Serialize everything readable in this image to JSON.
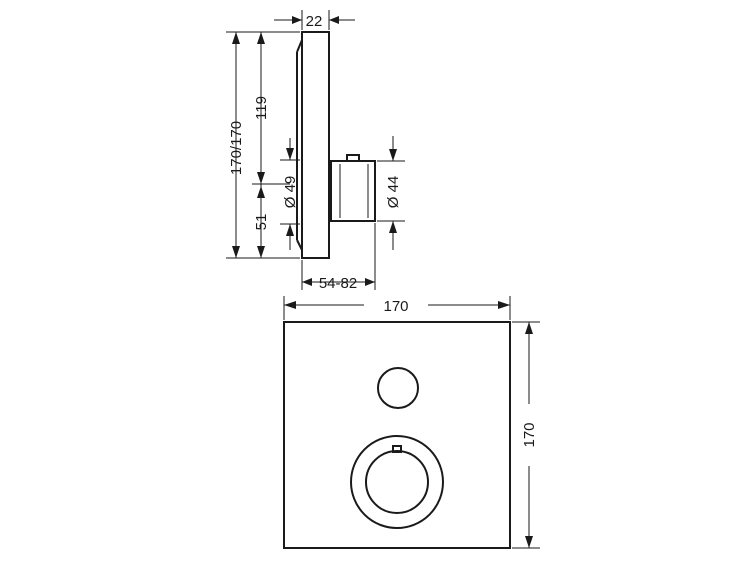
{
  "side_view": {
    "dims": {
      "depth_22": "22",
      "total_height": "170/170",
      "upper_height": "119",
      "diameter_49": "Ø 49",
      "lower_height": "51",
      "diameter_44": "Ø 44",
      "install_depth": "54-82"
    }
  },
  "front_view": {
    "dims": {
      "width": "170",
      "height": "170"
    }
  },
  "colors": {
    "line": "#1a1a1a",
    "background": "#ffffff"
  }
}
